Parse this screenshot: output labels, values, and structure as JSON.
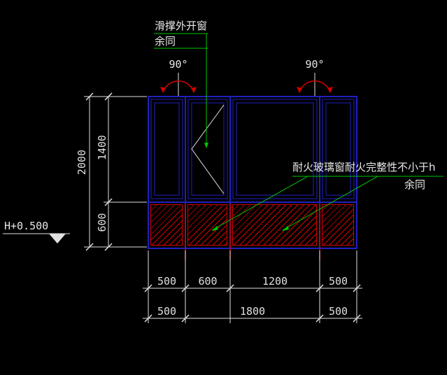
{
  "drawing": {
    "labels": {
      "top_window": "滑撑外开窗",
      "top_window_note": "余同",
      "fire_glass": "耐火玻璃窗耐火完整性不小于h",
      "fire_glass_note": "余同",
      "angle_left": "90°",
      "angle_right": "90°",
      "level": "H+0.500"
    },
    "dimensions": {
      "left": {
        "total": "2000",
        "upper": "1400",
        "lower": "600"
      },
      "bottom_row1": [
        "500",
        "600",
        "1200",
        "500"
      ],
      "bottom_row2": [
        "500",
        "1800",
        "500"
      ]
    },
    "colors": {
      "background": "#000000",
      "frame_blue": "#2020c0",
      "dimension_white": "#e0e0e0",
      "hatch_red": "#d40000",
      "leader_green": "#00c800"
    }
  }
}
